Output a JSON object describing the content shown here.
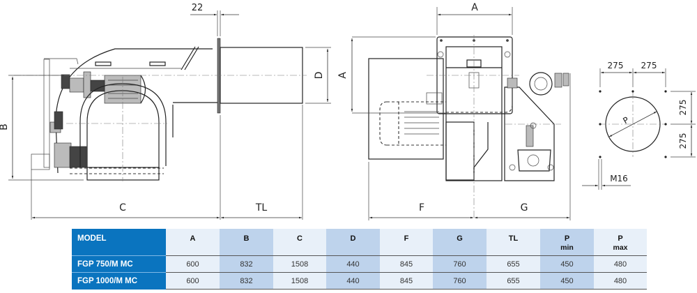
{
  "drawing": {
    "side_view": {
      "labels": {
        "B": "B",
        "C": "C",
        "TL": "TL",
        "D": "D",
        "flange": "22"
      }
    },
    "front_view": {
      "labels": {
        "A_top": "A",
        "A_side": "A",
        "F": "F",
        "G": "G"
      }
    },
    "boiler_plate": {
      "labels": {
        "h1": "275",
        "h2": "275",
        "v1": "275",
        "v2": "275",
        "P": "P",
        "bolt": "M16"
      }
    }
  },
  "table": {
    "headers": [
      {
        "key": "model",
        "label": "MODEL",
        "sub": ""
      },
      {
        "key": "A",
        "label": "A",
        "sub": ""
      },
      {
        "key": "B",
        "label": "B",
        "sub": ""
      },
      {
        "key": "C",
        "label": "C",
        "sub": ""
      },
      {
        "key": "D",
        "label": "D",
        "sub": ""
      },
      {
        "key": "F",
        "label": "F",
        "sub": ""
      },
      {
        "key": "G",
        "label": "G",
        "sub": ""
      },
      {
        "key": "TL",
        "label": "TL",
        "sub": ""
      },
      {
        "key": "Pmin",
        "label": "P",
        "sub": "min"
      },
      {
        "key": "Pmax",
        "label": "P",
        "sub": "max"
      }
    ],
    "rows": [
      {
        "model": "FGP 750/M MC",
        "cells": [
          "600",
          "832",
          "1508",
          "440",
          "845",
          "760",
          "655",
          "450",
          "480"
        ]
      },
      {
        "model": "FGP 1000/M MC",
        "cells": [
          "600",
          "832",
          "1508",
          "440",
          "845",
          "760",
          "655",
          "450",
          "480"
        ]
      }
    ],
    "colors": {
      "model_bg": "#0a74bf",
      "light_col": "#e8f0f9",
      "dark_col": "#bed3ec"
    }
  }
}
